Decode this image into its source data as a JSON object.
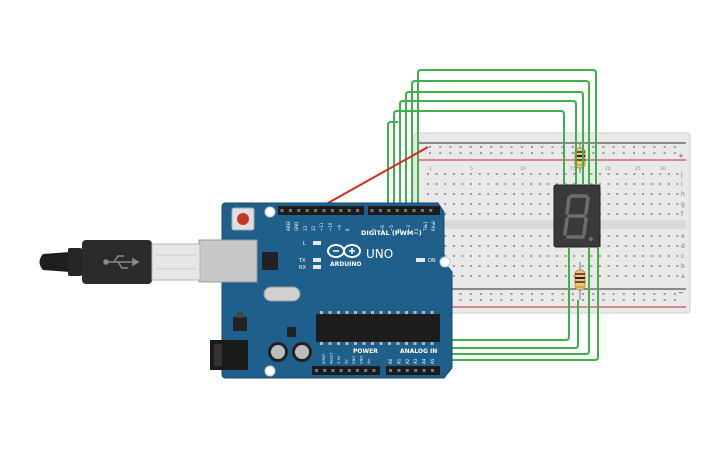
{
  "canvas": {
    "background": "#ffffff"
  },
  "arduino": {
    "brand_text": "ARDUINO",
    "model_text": "UNO",
    "digital_header_label": "DIGITAL (PWM~)",
    "analog_header_label": "ANALOG IN",
    "power_header_label": "POWER",
    "on_led_label": "ON",
    "l_led_label": "L",
    "tx_label": "TX",
    "rx_label": "RX",
    "top_pin_labels": [
      "AREF",
      "GND",
      "13",
      "12",
      "~11",
      "~10",
      "~9",
      "8",
      "7",
      "~6",
      "~5",
      "4",
      "~3",
      "2",
      "TX▸1",
      "RX◂0"
    ],
    "power_pin_labels": [
      "IOREF",
      "RESET",
      "3.3V",
      "5V",
      "GND",
      "GND",
      "Vin"
    ],
    "analog_pin_labels": [
      "A0",
      "A1",
      "A2",
      "A3",
      "A4",
      "A5"
    ],
    "board_color": "#1f5f8b"
  },
  "breadboard": {
    "row_letters_top": [
      "j",
      "i",
      "h",
      "g",
      "f"
    ],
    "row_letters_bottom": [
      "e",
      "d",
      "c",
      "b",
      "a"
    ],
    "rail_plus": "+",
    "rail_minus": "−",
    "column_numbers": [
      "1",
      "5",
      "10",
      "15",
      "20",
      "25",
      "30"
    ]
  },
  "display": {
    "digit": "8",
    "segment_color": "#6e6e6e"
  },
  "usb": {
    "icon": "usb-icon"
  },
  "wire_colors": {
    "signal": "#3fb14a",
    "power": "#d22a22"
  }
}
